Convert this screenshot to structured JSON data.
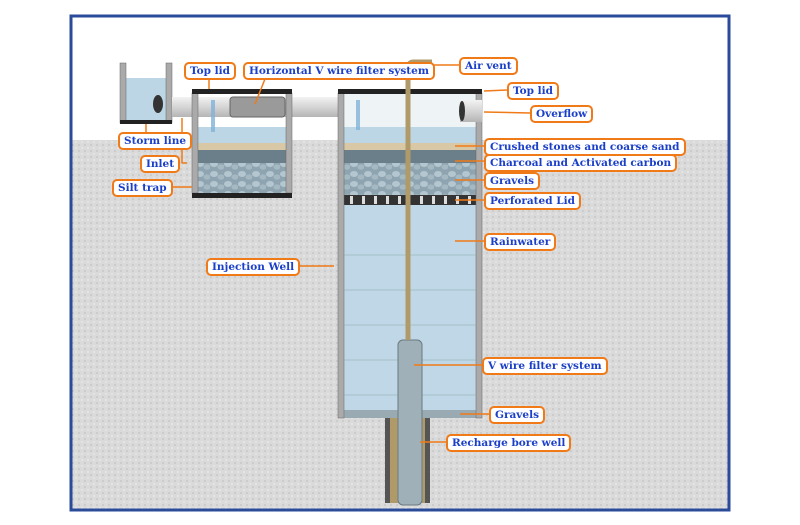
{
  "labels": {
    "top_lid_left": "Top lid",
    "horizontal_filter": "Horizontal V wire filter system",
    "air_vent": "Air vent",
    "top_lid_right": "Top lid",
    "overflow": "Overflow",
    "storm_line": "Storm line",
    "inlet": "Inlet",
    "silt_trap": "Silt trap",
    "crushed_stones": "Crushed stones and coarse sand",
    "charcoal": "Charcoal and Activated carbon",
    "gravels_top": "Gravels",
    "perforated_lid": "Perforated Lid",
    "rainwater": "Rainwater",
    "injection_well": "Injection Well",
    "v_wire_filter": "V wire filter system",
    "gravels_bottom": "Gravels",
    "recharge_bore_well": "Recharge bore well"
  },
  "colors": {
    "frame": "#2a4a9a",
    "label_border": "#f07a18",
    "label_text": "#1a3fc8",
    "water": "#bcd6e6",
    "ground": "#d9d9d9"
  }
}
